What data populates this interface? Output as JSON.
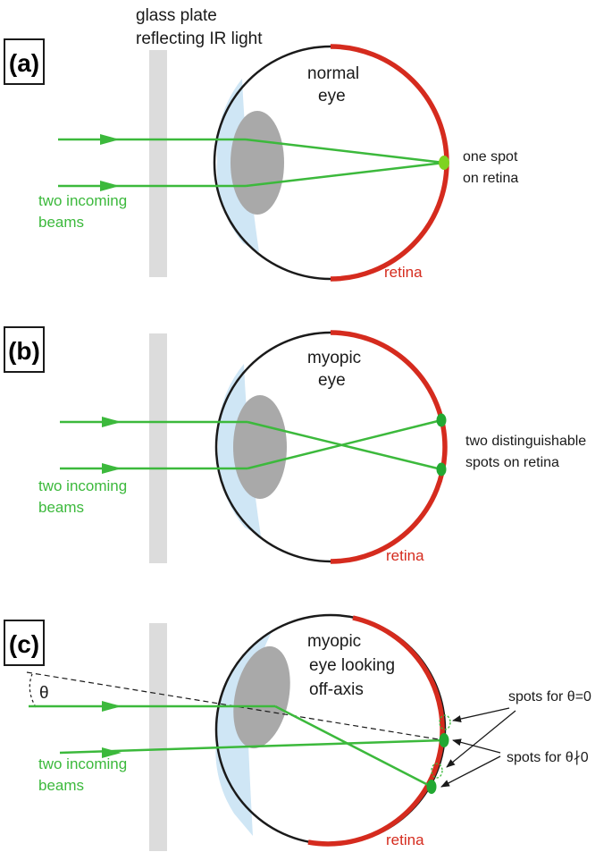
{
  "header": {
    "line1": "glass plate",
    "line2": "reflecting IR light"
  },
  "colors": {
    "beam": "#3cb93c",
    "retina": "#d52b1e",
    "cornea": "#cfe6f5",
    "lens": "#a9a9a9",
    "plate": "#dcdcdc",
    "spot": "#22a832"
  },
  "panels": [
    {
      "label": "(a)",
      "eye_line1": "normal",
      "eye_line2": "eye",
      "beams_line1": "two incoming",
      "beams_line2": "beams",
      "retina": "retina",
      "note_line1": "one spot",
      "note_line2": "on retina"
    },
    {
      "label": "(b)",
      "eye_line1": "myopic",
      "eye_line2": "eye",
      "beams_line1": "two incoming",
      "beams_line2": "beams",
      "retina": "retina",
      "note_line1": "two distinguishable",
      "note_line2": "spots on retina"
    },
    {
      "label": "(c)",
      "eye_line1": "myopic",
      "eye_line2": "eye looking",
      "eye_line3": "off-axis",
      "beams_line1": "two incoming",
      "beams_line2": "beams",
      "retina": "retina",
      "theta": "θ",
      "note_line1": "spots for θ=0",
      "note_line2": "spots for θ∤0"
    }
  ]
}
